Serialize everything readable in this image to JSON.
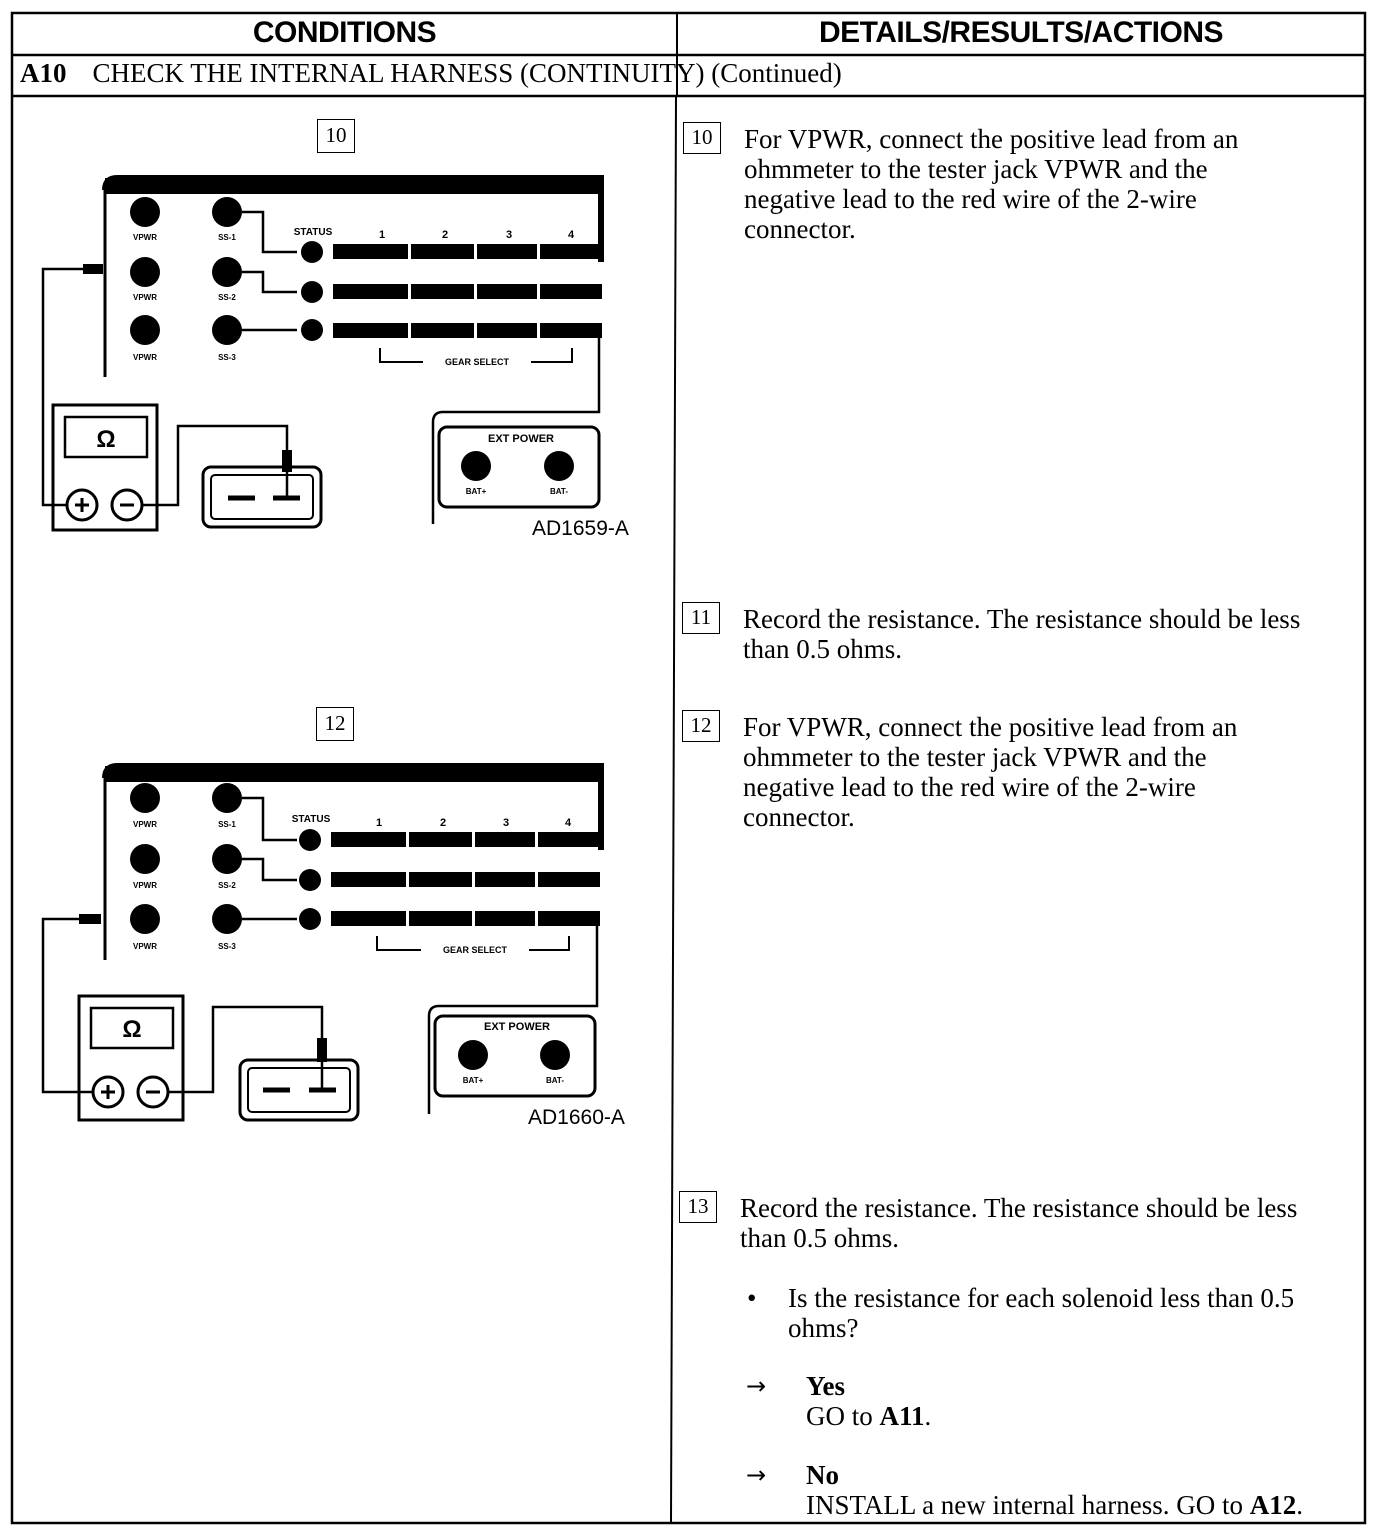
{
  "header": {
    "left": "CONDITIONS",
    "right": "DETAILS/RESULTS/ACTIONS"
  },
  "section": {
    "code": "A10",
    "title": "CHECK THE INTERNAL HARNESS (CONTINUITY) (Continued)"
  },
  "figures": [
    {
      "number": "10",
      "code": "AD1659-A",
      "jacks_left": [
        "VPWR",
        "VPWR",
        "VPWR"
      ],
      "jacks_mid": [
        "SS-1",
        "SS-2",
        "SS-3"
      ],
      "status_label": "STATUS",
      "columns": [
        "1",
        "2",
        "3",
        "4"
      ],
      "gear_select": "GEAR SELECT",
      "ext_power": "EXT POWER",
      "bat_pos": "BAT+",
      "bat_neg": "BAT-",
      "meter_symbol": "Ω"
    },
    {
      "number": "12",
      "code": "AD1660-A",
      "jacks_left": [
        "VPWR",
        "VPWR",
        "VPWR"
      ],
      "jacks_mid": [
        "SS-1",
        "SS-2",
        "SS-3"
      ],
      "status_label": "STATUS",
      "columns": [
        "1",
        "2",
        "3",
        "4"
      ],
      "gear_select": "GEAR SELECT",
      "ext_power": "EXT POWER",
      "bat_pos": "BAT+",
      "bat_neg": "BAT-",
      "meter_symbol": "Ω"
    }
  ],
  "steps": [
    {
      "number": "10",
      "lines": [
        "For VPWR, connect the positive lead from an",
        "ohmmeter to the tester jack VPWR and the",
        "negative lead to the red wire of the 2-wire",
        "connector."
      ]
    },
    {
      "number": "11",
      "lines": [
        "Record the resistance. The resistance should be less",
        "than 0.5 ohms."
      ]
    },
    {
      "number": "12",
      "lines": [
        "For VPWR, connect the positive lead from an",
        "ohmmeter to the tester jack VPWR and the",
        "negative lead to the red wire of the 2-wire",
        "connector."
      ]
    },
    {
      "number": "13",
      "lines": [
        "Record the resistance. The resistance should be less",
        "than 0.5 ohms."
      ]
    }
  ],
  "question": {
    "bullet": "•",
    "lines": [
      "Is the resistance for each solenoid less than 0.5",
      "ohms?"
    ]
  },
  "answers": [
    {
      "arrow": "→",
      "label": "Yes",
      "action": "GO to ",
      "target": "A11",
      "end": "."
    },
    {
      "arrow": "→",
      "label": "No",
      "action": "INSTALL a new internal harness. GO to ",
      "target": "A12",
      "end": "."
    }
  ]
}
